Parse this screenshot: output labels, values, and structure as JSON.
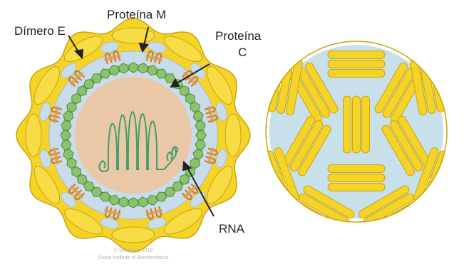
{
  "labels": {
    "dimer_e": "Dímero E",
    "protein_m": "Proteína M",
    "protein_c_line1": "Proteína",
    "protein_c_line2": "C",
    "rna": "RNA"
  },
  "credit": {
    "line1": "© ViralZone 2016",
    "line2": "Swiss Institute of Bioinformatics"
  },
  "colors": {
    "envelope_yellow": "#f5d327",
    "envelope_stroke": "#c9a40d",
    "membrane_blue": "#c9dcec",
    "capsid_green": "#8bc36b",
    "capsid_stroke": "#4f8a3c",
    "core_fill": "#eac7a6",
    "rna_green": "#3e9f6b",
    "protein_m_orange": "#d47b21",
    "exterior_gap": "#c8e0ea"
  }
}
